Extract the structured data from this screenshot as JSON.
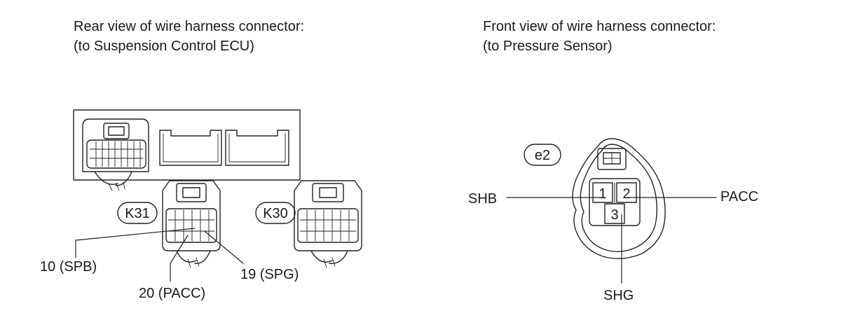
{
  "left_view": {
    "heading_line1": "Rear view of wire harness connector:",
    "heading_line2": "(to Suspension Control ECU)",
    "connector_k31": "K31",
    "connector_k30": "K30",
    "pin_10": "10 (SPB)",
    "pin_20": "20 (PACC)",
    "pin_19": "19 (SPG)"
  },
  "right_view": {
    "heading_line1": "Front view of wire harness connector:",
    "heading_line2": "(to Pressure Sensor)",
    "connector_e2": "e2",
    "pin_1": "1",
    "pin_2": "2",
    "pin_3": "3",
    "label_shb": "SHB",
    "label_pacc": "PACC",
    "label_shg": "SHG"
  }
}
